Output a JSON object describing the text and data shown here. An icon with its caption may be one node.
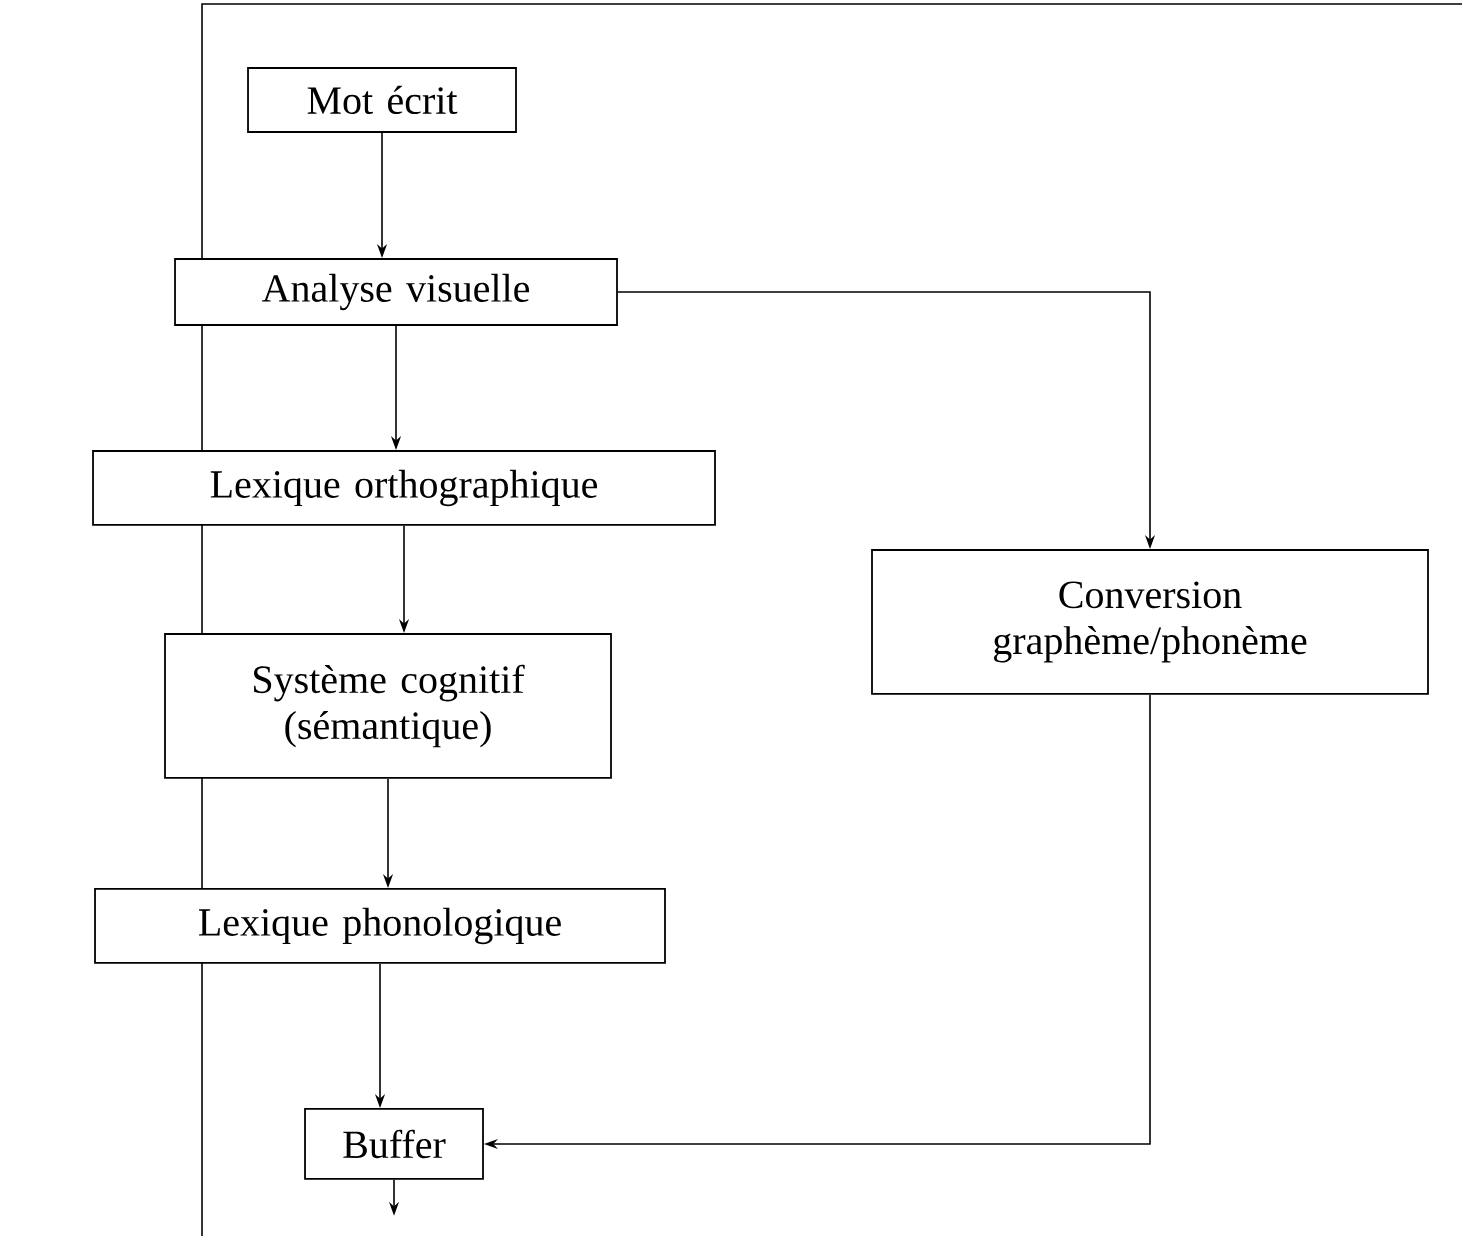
{
  "diagram": {
    "nodes": [
      {
        "text": [
          "Mot écrit"
        ]
      },
      {
        "text": [
          "Analyse visuelle"
        ]
      },
      {
        "text": [
          "Lexique orthographique"
        ]
      },
      {
        "text": [
          "Système cognitif (sémantique)"
        ]
      },
      {
        "text": [
          "Lexique phonologique"
        ]
      },
      {
        "text": [
          "Buffer"
        ]
      },
      {
        "text": [
          "Conversion graphème/phonème"
        ]
      }
    ],
    "edges": [
      {
        "from": 0,
        "to": 1,
        "arrow": "to"
      },
      {
        "from": 1,
        "to": 2,
        "arrow": "to"
      },
      {
        "from": 1,
        "to": 6,
        "arrow": "to"
      },
      {
        "from": 2,
        "to": 3,
        "arrow": "to"
      },
      {
        "from": 3,
        "to": 4,
        "arrow": "to"
      },
      {
        "from": 4,
        "to": 5,
        "arrow": "to"
      },
      {
        "from": 6,
        "to": 5,
        "arrow": "to"
      },
      {
        "from": 5,
        "to": null,
        "arrow": "to"
      }
    ]
  }
}
